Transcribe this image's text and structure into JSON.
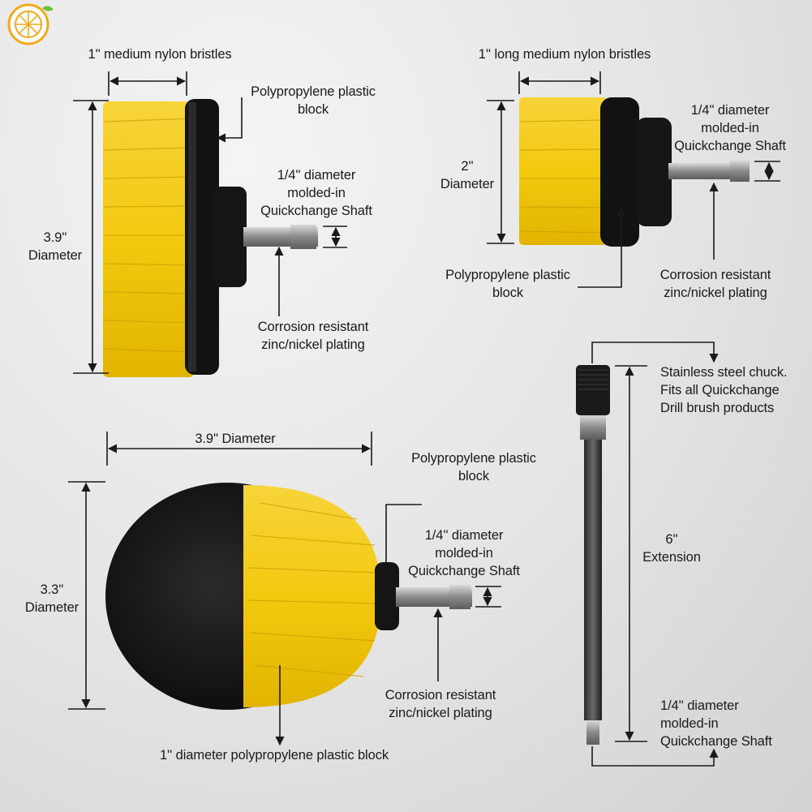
{
  "colors": {
    "bristle_yellow": "#f6d21a",
    "bristle_dark": "#1b1b1b",
    "plastic_block": "#161616",
    "shaft_metal": "#9a9a9a",
    "logo_orange": "#f3a81b"
  },
  "icons": {
    "logo": "lemon-slice-icon"
  },
  "brush_large": {
    "bristles": "1'' medium nylon bristles",
    "block": [
      "Polypropylene plastic",
      "block"
    ],
    "shaft": [
      "1/4'' diameter",
      "molded-in",
      "Quickchange Shaft"
    ],
    "diameter": [
      "3.9''",
      "Diameter"
    ],
    "plating": [
      "Corrosion resistant",
      "zinc/nickel plating"
    ]
  },
  "brush_small": {
    "bristles": "1'' long medium nylon bristles",
    "shaft": [
      "1/4'' diameter",
      "molded-in",
      "Quickchange Shaft"
    ],
    "diameter": [
      "2''",
      "Diameter"
    ],
    "block": [
      "Polypropylene plastic",
      "block"
    ],
    "plating": [
      "Corrosion resistant",
      "zinc/nickel plating"
    ]
  },
  "brush_round": {
    "width": "3.9'' Diameter",
    "block": [
      "Polypropylene plastic",
      "block"
    ],
    "shaft": [
      "1/4'' diameter",
      "molded-in",
      "Quickchange Shaft"
    ],
    "diameter": [
      "3.3''",
      "Diameter"
    ],
    "plating": [
      "Corrosion resistant",
      "zinc/nickel plating"
    ],
    "base": "1'' diameter polypropylene plastic block"
  },
  "extension": {
    "chuck": [
      "Stainless steel chuck.",
      "Fits all Quickchange",
      "Drill brush products"
    ],
    "length": [
      "6''",
      "Extension"
    ],
    "shaft": [
      "1/4'' diameter",
      "molded-in",
      "Quickchange Shaft"
    ]
  }
}
